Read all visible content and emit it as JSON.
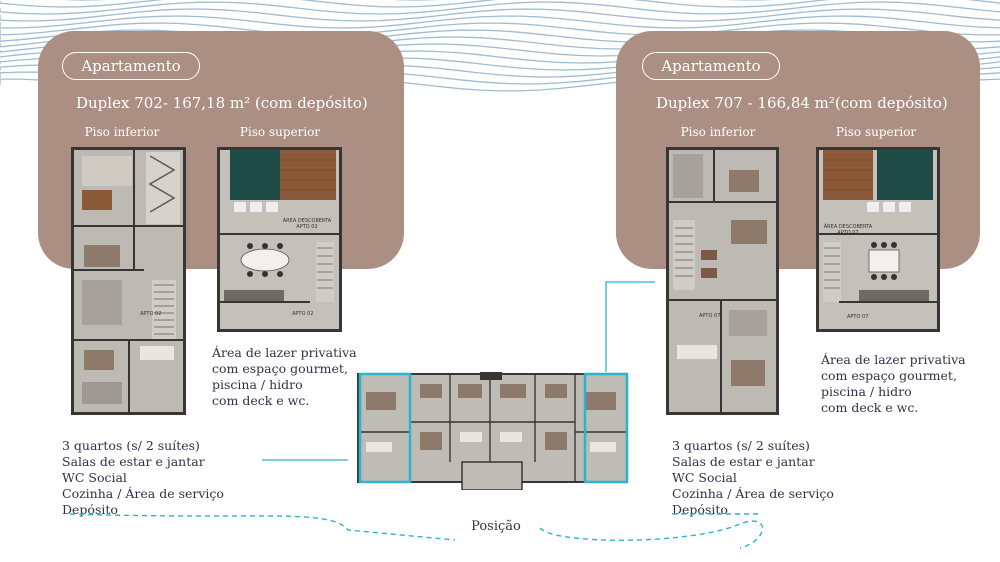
{
  "colors": {
    "card": "#ac8f83",
    "wave": "#7fa5c4",
    "accent_line": "#2bb4cf",
    "text": "#2f3148",
    "plan_floor": "#b9b6b0",
    "plan_wall": "#3a3535",
    "pool": "#1f4a45",
    "wood": "#8a5a38"
  },
  "left": {
    "badge": "Apartamento",
    "title": "Duplex 702- 167,18 m² (com depósito)",
    "lower_label": "Piso inferior",
    "upper_label": "Piso superior",
    "upper_room_label": "ÁREA DESCOBERTA APTO 02",
    "lower_room_label": "APTO 02",
    "upper_area": "APTO 02",
    "leisure": [
      "Área de lazer privativa",
      "com espaço gourmet,",
      "piscina / hidro",
      "com deck e wc."
    ],
    "features": [
      "3 quartos  (s/ 2 suítes)",
      "Salas de estar e jantar",
      "WC Social",
      "Cozinha / Área de serviço",
      "Depósito"
    ]
  },
  "right": {
    "badge": "Apartamento",
    "title": "Duplex 707 - 166,84 m²(com depósito)",
    "lower_label": "Piso inferior",
    "upper_label": "Piso superior",
    "upper_room_label": "ÁREA DESCOBERTA APTO 07",
    "lower_room_label": "APTO 07",
    "upper_area": "APTO 07",
    "leisure": [
      "Área de lazer privativa",
      "com espaço gourmet,",
      "piscina / hidro",
      "com deck e wc."
    ],
    "features": [
      "3 quartos  (s/ 2 suítes)",
      "Salas de estar e jantar",
      "WC Social",
      "Cozinha / Área de serviço",
      "Depósito"
    ]
  },
  "position": {
    "label": "Posição"
  }
}
